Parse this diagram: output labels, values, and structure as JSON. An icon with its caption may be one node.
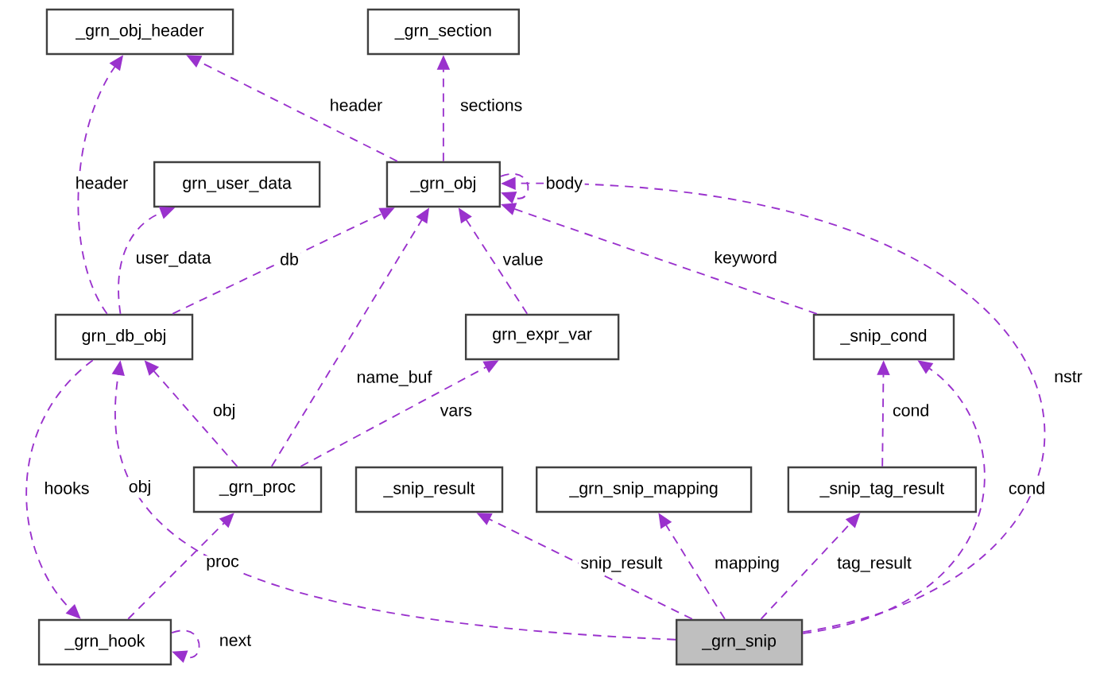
{
  "diagram": {
    "nodes": [
      {
        "text": [
          "_grn_obj_header"
        ]
      },
      {
        "text": [
          "_grn_section"
        ]
      },
      {
        "text": [
          "grn_user_data"
        ]
      },
      {
        "text": [
          "_grn_obj"
        ]
      },
      {
        "text": [
          "grn_db_obj"
        ]
      },
      {
        "text": [
          "grn_expr_var"
        ]
      },
      {
        "text": [
          "_snip_cond"
        ]
      },
      {
        "text": [
          "_grn_proc"
        ]
      },
      {
        "text": [
          "_snip_result"
        ]
      },
      {
        "text": [
          "_grn_snip_mapping"
        ]
      },
      {
        "text": [
          "_snip_tag_result"
        ]
      },
      {
        "text": [
          "_grn_hook"
        ]
      },
      {
        "text": [
          "_grn_snip"
        ]
      }
    ],
    "edges": [
      {
        "from": 3,
        "to": 0,
        "arrow": "to",
        "label": "header"
      },
      {
        "from": 3,
        "to": 1,
        "arrow": "to",
        "label": "sections"
      },
      {
        "from": 3,
        "to": 3,
        "arrow": "to",
        "label": "body"
      },
      {
        "from": 4,
        "to": 0,
        "arrow": "to",
        "label": "header"
      },
      {
        "from": 4,
        "to": 2,
        "arrow": "to",
        "label": "user_data"
      },
      {
        "from": 4,
        "to": 3,
        "arrow": "to",
        "label": "db"
      },
      {
        "from": 7,
        "to": 3,
        "arrow": "to",
        "label": "name_buf"
      },
      {
        "from": 5,
        "to": 3,
        "arrow": "to",
        "label": "value"
      },
      {
        "from": 6,
        "to": 3,
        "arrow": "to",
        "label": "keyword"
      },
      {
        "from": 12,
        "to": 3,
        "arrow": "to",
        "label": "nstr"
      },
      {
        "from": 7,
        "to": 4,
        "arrow": "to",
        "label": "obj"
      },
      {
        "from": 12,
        "to": 4,
        "arrow": "to",
        "label": "obj"
      },
      {
        "from": 7,
        "to": 5,
        "arrow": "to",
        "label": "vars"
      },
      {
        "from": 10,
        "to": 6,
        "arrow": "to",
        "label": "cond"
      },
      {
        "from": 12,
        "to": 6,
        "arrow": "to",
        "label": "cond"
      },
      {
        "from": 4,
        "to": 11,
        "arrow": "to",
        "label": "hooks"
      },
      {
        "from": 11,
        "to": 7,
        "arrow": "to",
        "label": "proc"
      },
      {
        "from": 11,
        "to": 11,
        "arrow": "to",
        "label": "next"
      },
      {
        "from": 12,
        "to": 8,
        "arrow": "to",
        "label": "snip_result"
      },
      {
        "from": 12,
        "to": 9,
        "arrow": "to",
        "label": "mapping"
      },
      {
        "from": 12,
        "to": 10,
        "arrow": "to",
        "label": "tag_result"
      }
    ]
  }
}
